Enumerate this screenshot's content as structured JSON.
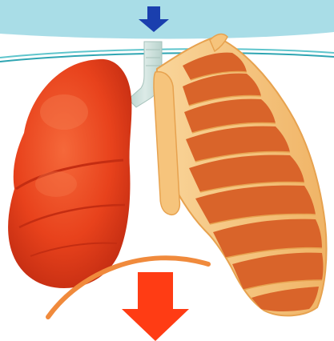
{
  "slide": {
    "header_band_color": "#a9dde7",
    "divider_colors": [
      "#5fc5cc",
      "#2fa5b2"
    ]
  },
  "diagram": {
    "subject": "lungs-and-rib-cage-inhalation",
    "colors": {
      "lung": "#e8421c",
      "lung_shadow": "#c42d12",
      "lung_highlight": "#f26a3f",
      "trachea": "#c6ddd8",
      "rib_bone": "#f6c47c",
      "rib_bone_edge": "#e7a24f",
      "rib_muscle": "#d9642a",
      "diaphragm": "#f08a3c",
      "air_in_arrow": "#1a3fae",
      "movement_arrow": "#ff3c14"
    },
    "arrows": [
      {
        "role": "air-inflow",
        "direction": "down"
      },
      {
        "role": "diaphragm-movement",
        "direction": "down"
      }
    ]
  }
}
